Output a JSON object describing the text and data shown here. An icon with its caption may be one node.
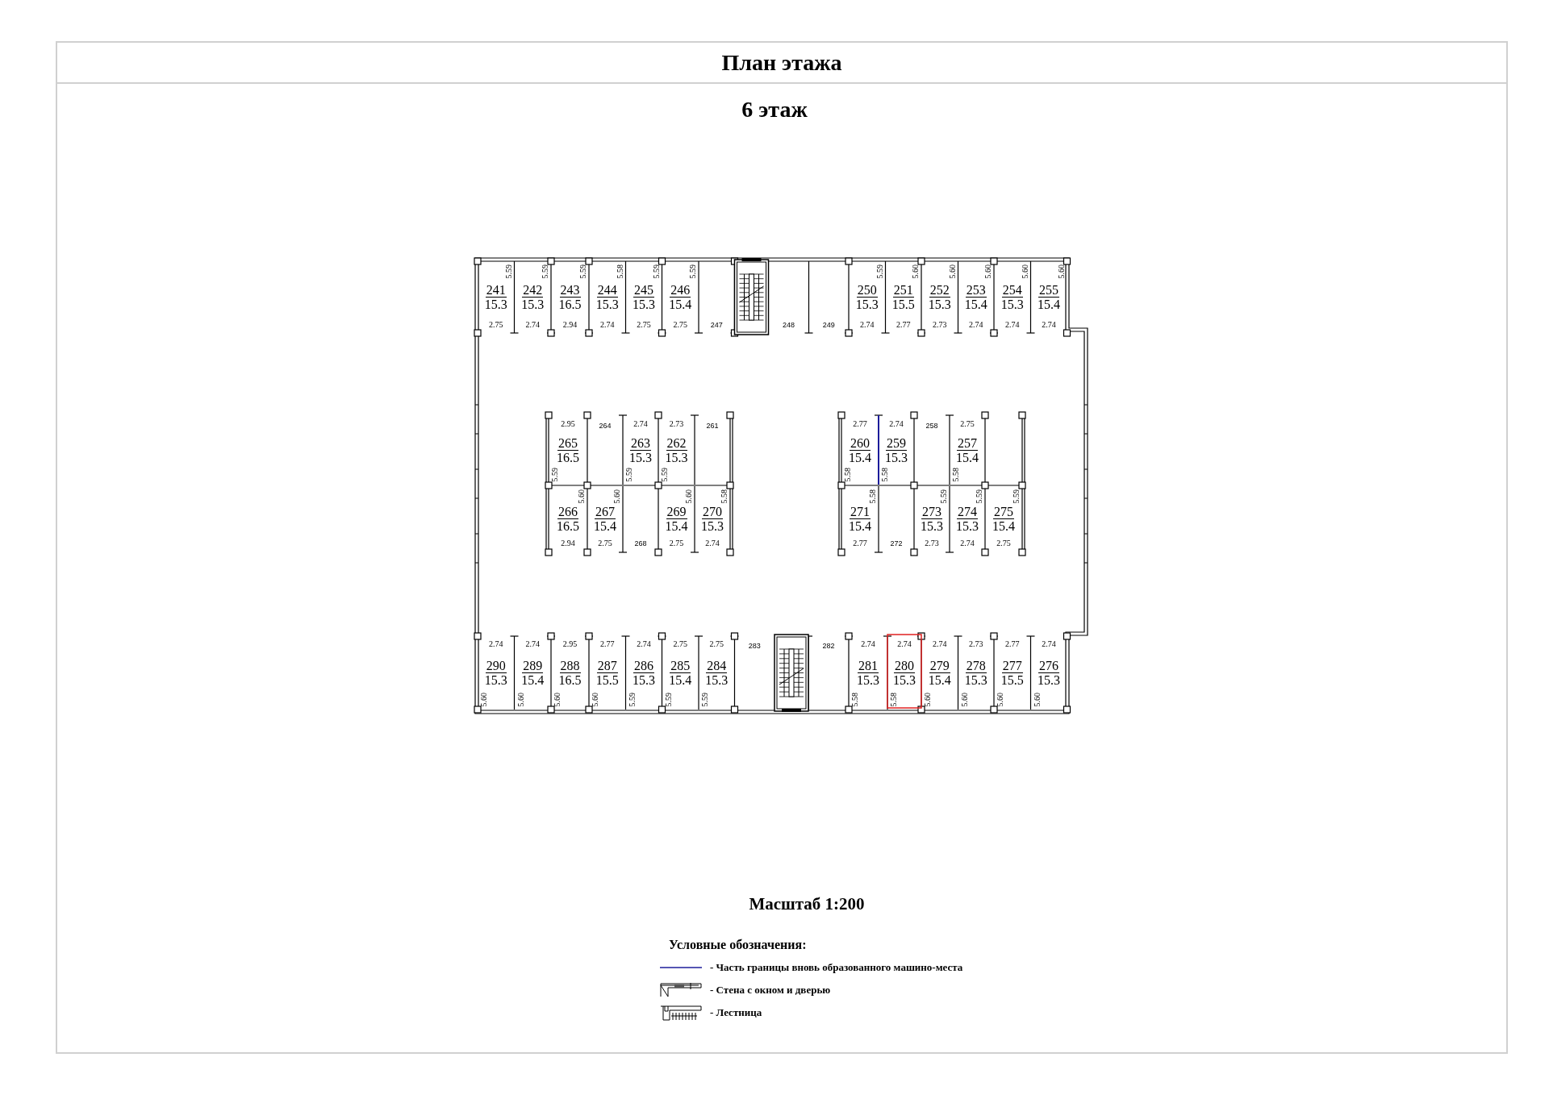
{
  "diagram": {
    "title": "План этажа",
    "nodes": [
      {
        "text": [
          "241",
          "15.3"
        ],
        "beside": [
          "5.59",
          "2.75"
        ]
      },
      {
        "text": [
          "242",
          "15.3"
        ],
        "beside": [
          "5.59",
          "2.74"
        ]
      },
      {
        "text": [
          "243",
          "16.5"
        ],
        "beside": [
          "5.59",
          "2.94"
        ]
      },
      {
        "text": [
          "244",
          "15.3"
        ],
        "beside": [
          "5.58",
          "2.74"
        ]
      },
      {
        "text": [
          "245",
          "15.3"
        ],
        "beside": [
          "5.59",
          "2.75"
        ]
      },
      {
        "text": [
          "246",
          "15.4"
        ],
        "beside": [
          "5.59",
          "2.75"
        ]
      },
      {
        "text": [
          "247"
        ]
      },
      {
        "text": [
          "248"
        ]
      },
      {
        "text": [
          "249"
        ]
      },
      {
        "text": [
          "250",
          "15.3"
        ],
        "beside": [
          "5.59",
          "2.74"
        ]
      },
      {
        "text": [
          "251",
          "15.5"
        ],
        "beside": [
          "5.60",
          "2.77"
        ]
      },
      {
        "text": [
          "252",
          "15.3"
        ],
        "beside": [
          "5.60",
          "2.73"
        ]
      },
      {
        "text": [
          "253",
          "15.4"
        ],
        "beside": [
          "5.60",
          "2.74"
        ]
      },
      {
        "text": [
          "254",
          "15.3"
        ],
        "beside": [
          "5.60",
          "2.74"
        ]
      },
      {
        "text": [
          "255",
          "15.4"
        ],
        "beside": [
          "5.60",
          "2.74"
        ]
      },
      {
        "text": [
          "265",
          "16.5"
        ],
        "beside": [
          "2.95",
          "5.59"
        ]
      },
      {
        "text": [
          "264"
        ]
      },
      {
        "text": [
          "263",
          "15.3"
        ],
        "beside": [
          "2.74",
          "5.59"
        ]
      },
      {
        "text": [
          "262",
          "15.3"
        ],
        "beside": [
          "2.73",
          "5.59"
        ]
      },
      {
        "text": [
          "261"
        ]
      },
      {
        "text": [
          "260",
          "15.4"
        ],
        "beside": [
          "2.77",
          "5.58"
        ]
      },
      {
        "text": [
          "259",
          "15.3"
        ],
        "beside": [
          "2.74",
          "5.58"
        ]
      },
      {
        "text": [
          "258"
        ]
      },
      {
        "text": [
          "257",
          "15.4"
        ],
        "beside": [
          "2.75",
          "5.58"
        ]
      },
      {
        "text": [
          "266",
          "16.5"
        ],
        "beside": [
          "5.60",
          "2.94"
        ]
      },
      {
        "text": [
          "267",
          "15.4"
        ],
        "beside": [
          "5.60",
          "2.75"
        ]
      },
      {
        "text": [
          "268"
        ]
      },
      {
        "text": [
          "269",
          "15.4"
        ],
        "beside": [
          "5.60",
          "2.75"
        ]
      },
      {
        "text": [
          "270",
          "15.3"
        ],
        "beside": [
          "5.58",
          "2.74"
        ]
      },
      {
        "text": [
          "271",
          "15.4"
        ],
        "beside": [
          "5.58",
          "2.77"
        ]
      },
      {
        "text": [
          "272"
        ]
      },
      {
        "text": [
          "273",
          "15.3"
        ],
        "beside": [
          "5.59",
          "2.73"
        ]
      },
      {
        "text": [
          "274",
          "15.3"
        ],
        "beside": [
          "5.59",
          "2.74"
        ]
      },
      {
        "text": [
          "275",
          "15.4"
        ],
        "beside": [
          "5.59",
          "2.75"
        ]
      },
      {
        "text": [
          "290",
          "15.3"
        ],
        "beside": [
          "2.74",
          "5.60"
        ]
      },
      {
        "text": [
          "289",
          "15.4"
        ],
        "beside": [
          "2.74",
          "5.60"
        ]
      },
      {
        "text": [
          "288",
          "16.5"
        ],
        "beside": [
          "2.95",
          "5.60"
        ]
      },
      {
        "text": [
          "287",
          "15.5"
        ],
        "beside": [
          "2.77",
          "5.60"
        ]
      },
      {
        "text": [
          "286",
          "15.3"
        ],
        "beside": [
          "2.74",
          "5.59"
        ]
      },
      {
        "text": [
          "285",
          "15.4"
        ],
        "beside": [
          "2.75",
          "5.59"
        ]
      },
      {
        "text": [
          "284",
          "15.3"
        ],
        "beside": [
          "2.75",
          "5.59"
        ]
      },
      {
        "text": [
          "283"
        ]
      },
      {
        "text": [
          "282"
        ]
      },
      {
        "text": [
          "281",
          "15.3"
        ],
        "beside": [
          "2.74",
          "5.58"
        ]
      },
      {
        "text": [
          "280",
          "15.3"
        ],
        "beside": [
          "2.74",
          "5.58"
        ]
      },
      {
        "text": [
          "279",
          "15.4"
        ],
        "beside": [
          "2.74",
          "5.60"
        ]
      },
      {
        "text": [
          "278",
          "15.3"
        ],
        "beside": [
          "2.73",
          "5.60"
        ]
      },
      {
        "text": [
          "277",
          "15.5"
        ],
        "beside": [
          "2.77",
          "5.60"
        ]
      },
      {
        "text": [
          "276",
          "15.3"
        ],
        "beside": [
          "2.74",
          "5.60"
        ]
      }
    ],
    "edges": [],
    "labels": [
      "6 этаж",
      "Масштаб 1:200",
      "Условные обозначения:"
    ],
    "legend": [
      {
        "text": "- Часть границы вновь образованного машино-места"
      },
      {
        "text": "- Стена с окном и дверью"
      },
      {
        "text": "- Лестница"
      }
    ]
  }
}
